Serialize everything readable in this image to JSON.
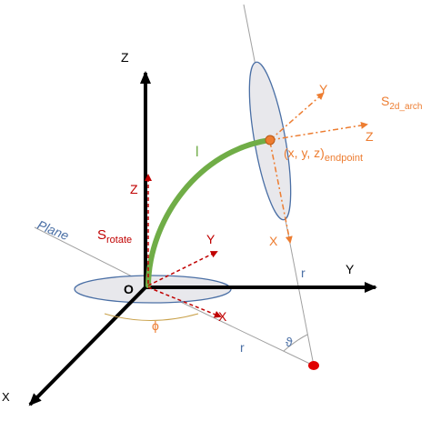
{
  "labels": {
    "axis_z": "Z",
    "axis_y": "Y",
    "axis_x": "X",
    "origin": "O",
    "plane": "Plane",
    "s_rotate": "S",
    "s_rotate_sub": "rotate",
    "rot_z": "Z",
    "rot_y": "Y",
    "rot_x": "X",
    "arc_length": "l",
    "endpoint_main": "(x, y, z)",
    "endpoint_sub": "endpoint",
    "arch_y": "Y",
    "arch_z": "Z",
    "arch_x": "X",
    "s_arch": "S",
    "s_arch_sub": "2d_arch",
    "phi": "ϕ",
    "theta": "ϑ",
    "r_lower": "r",
    "r_upper": "r"
  },
  "colors": {
    "axis": "#000000",
    "rotate_frame": "#c00000",
    "arch_frame": "#ed7d31",
    "arc": "#70ad47",
    "plane_fill": "#e8e8ec",
    "plane_stroke": "#4a6fa5",
    "plane_label": "#4a6fa5",
    "guide_line": "#a0a0a0",
    "r_label": "#4a6fa5",
    "phi_label": "#ed7d31",
    "endpoint_dot": "#ed7d31",
    "base_dot": "#e00000"
  }
}
